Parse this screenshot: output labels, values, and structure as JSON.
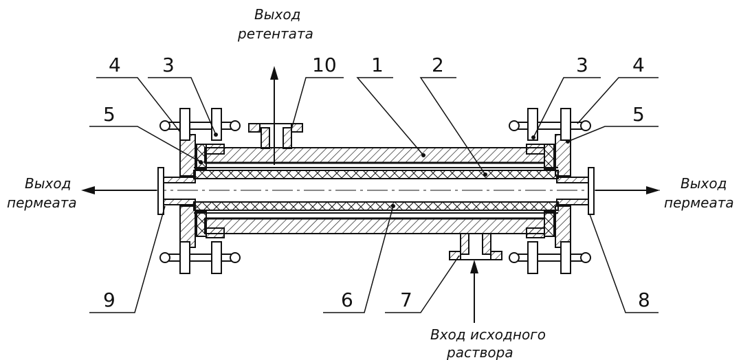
{
  "diagram": {
    "labels": {
      "retentate_line1": "Выход",
      "retentate_line2": "ретентата",
      "permeate_left_line1": "Выход",
      "permeate_left_line2": "пермеата",
      "permeate_right_line1": "Выход",
      "permeate_right_line2": "пермеата",
      "feed_line1": "Вход исходного",
      "feed_line2": "раствора"
    },
    "callouts": {
      "c1": "1",
      "c2": "2",
      "c3_left": "3",
      "c3_right": "3",
      "c4_left": "4",
      "c4_right": "4",
      "c5_left": "5",
      "c5_right": "5",
      "c6": "6",
      "c7": "7",
      "c8": "8",
      "c9": "9",
      "c10": "10"
    }
  }
}
